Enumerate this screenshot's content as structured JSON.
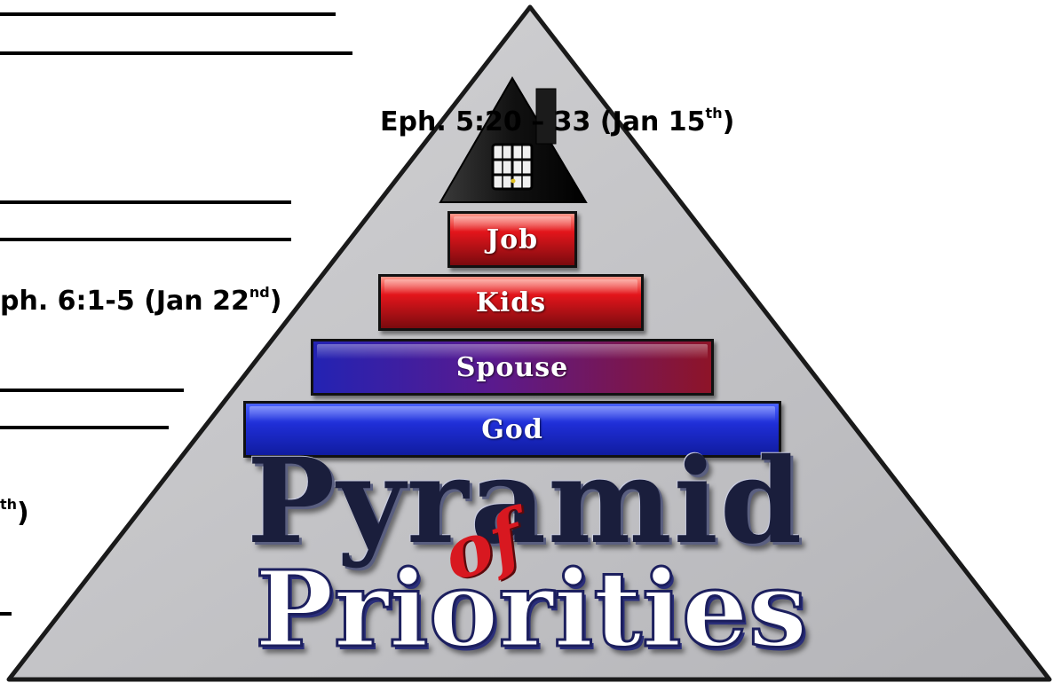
{
  "refs": {
    "r1": "Eph. 5:20 – 33 (Jan 15",
    "r1_sup": "th",
    "r1_end": ")",
    "r2": "ph. 6:1-5 (Jan 22",
    "r2_sup": "nd",
    "r2_end": ")",
    "r3_sup": "th",
    "r3_end": ")"
  },
  "pyramid": {
    "levels": [
      {
        "label": "Job",
        "style": "red"
      },
      {
        "label": "Kids",
        "style": "red"
      },
      {
        "label": "Spouse",
        "style": "purple"
      },
      {
        "label": "God",
        "style": "blue"
      }
    ],
    "title_main": "Pyramid",
    "title_of": "of",
    "title_sub": "Priorities"
  },
  "colors": {
    "pyramid_fill": "#c4c4c6",
    "red": "#d8141a",
    "blue": "#1f2ed6",
    "purple": "#5a1a8e"
  }
}
